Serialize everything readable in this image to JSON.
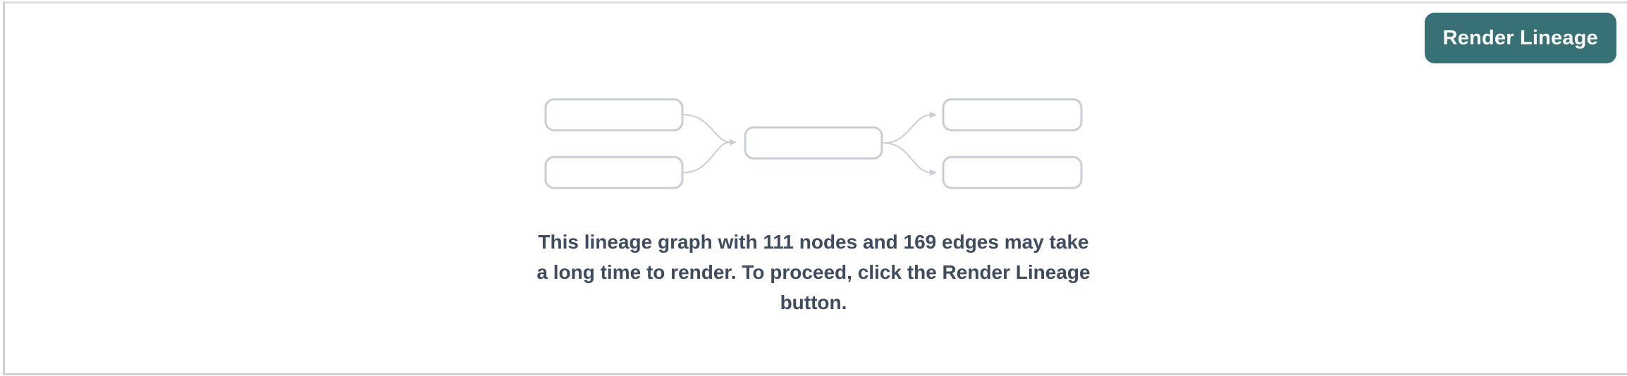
{
  "panel": {
    "render_button": {
      "label": "Render Lineage"
    }
  },
  "placeholder": {
    "message_lines": [
      "This lineage graph with 111 nodes and 169 edges may take",
      "a long time to render. To proceed, click the Render Lineage",
      "button."
    ],
    "stats": {
      "nodes": "111",
      "edges": "169"
    }
  },
  "diagram": {
    "type": "lineage-preview-illustration",
    "node_boxes": 5,
    "edges": 4,
    "layout": "two left nodes merge into one middle node, middle node fans out to two right nodes"
  },
  "colors": {
    "background": "#ffffff",
    "panel_border": "#d4d4d8",
    "button_background": "#377176",
    "button_text": "#ffffff",
    "diagram_stroke": "#c9cdd6",
    "message_text": "#3f4b60"
  }
}
